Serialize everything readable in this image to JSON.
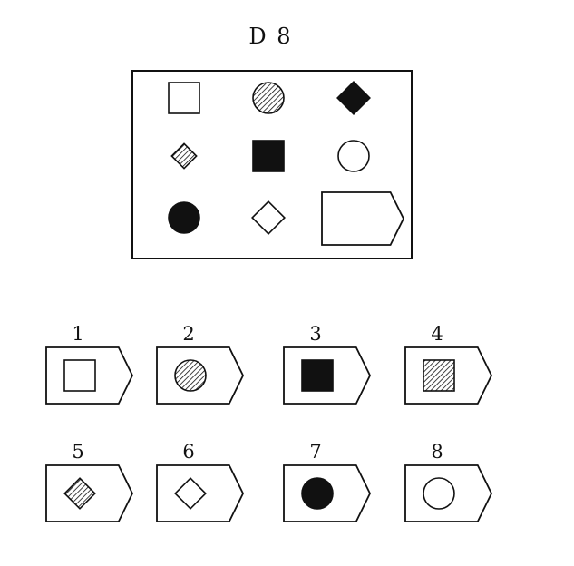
{
  "title": "D 8",
  "matrix": {
    "cells": [
      {
        "shape": "square",
        "fill": "white"
      },
      {
        "shape": "circle",
        "fill": "hatched"
      },
      {
        "shape": "diamond",
        "fill": "black"
      },
      {
        "shape": "diamond",
        "fill": "hatched"
      },
      {
        "shape": "square",
        "fill": "black"
      },
      {
        "shape": "circle",
        "fill": "white"
      },
      {
        "shape": "circle",
        "fill": "black"
      },
      {
        "shape": "diamond",
        "fill": "white"
      },
      {
        "shape": "blank",
        "fill": "none"
      }
    ]
  },
  "options": [
    {
      "label": "1",
      "shape": "square",
      "fill": "white"
    },
    {
      "label": "2",
      "shape": "circle",
      "fill": "hatched"
    },
    {
      "label": "3",
      "shape": "square",
      "fill": "black"
    },
    {
      "label": "4",
      "shape": "square",
      "fill": "hatched"
    },
    {
      "label": "5",
      "shape": "diamond",
      "fill": "hatched"
    },
    {
      "label": "6",
      "shape": "diamond",
      "fill": "white"
    },
    {
      "label": "7",
      "shape": "circle",
      "fill": "black"
    },
    {
      "label": "8",
      "shape": "circle",
      "fill": "white"
    }
  ],
  "colors": {
    "ink": "#111111",
    "paper": "#ffffff"
  }
}
